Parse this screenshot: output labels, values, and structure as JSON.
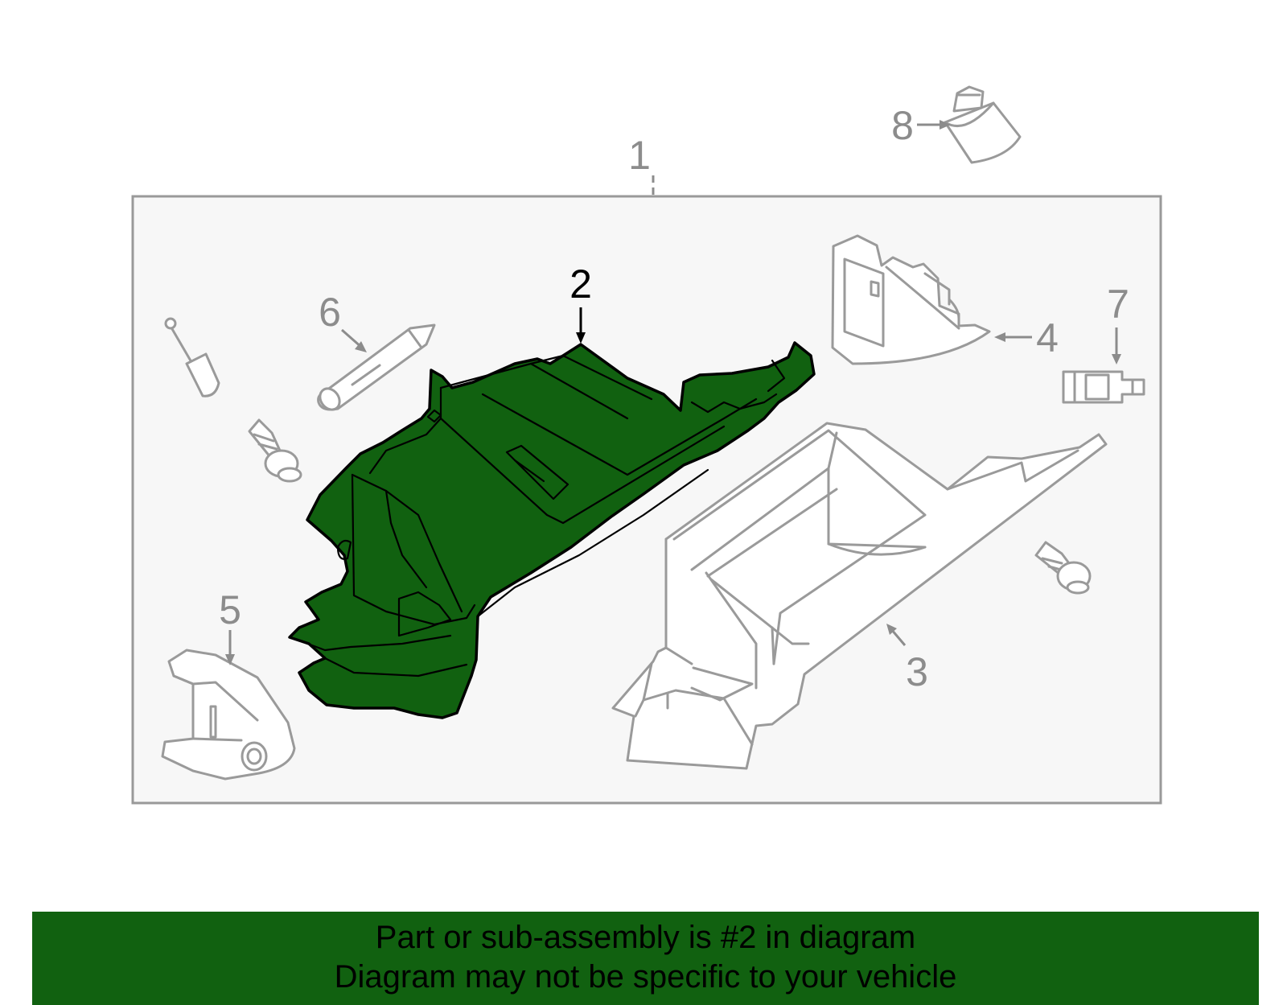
{
  "diagram": {
    "callouts": [
      {
        "id": "1",
        "label": "1"
      },
      {
        "id": "2",
        "label": "2"
      },
      {
        "id": "3",
        "label": "3"
      },
      {
        "id": "4",
        "label": "4"
      },
      {
        "id": "5",
        "label": "5"
      },
      {
        "id": "6",
        "label": "6"
      },
      {
        "id": "7",
        "label": "7"
      },
      {
        "id": "8",
        "label": "8"
      }
    ],
    "highlighted_part": "2",
    "colors": {
      "highlight_fill": "#116110",
      "banner_fill": "#116110",
      "panel_fill": "#f7f7f7",
      "panel_stroke": "#999999",
      "inactive_text": "#8c8c8c"
    }
  },
  "footer": {
    "line1": "Part or sub-assembly is #2 in diagram",
    "line2": "Diagram may not be specific to your vehicle"
  }
}
